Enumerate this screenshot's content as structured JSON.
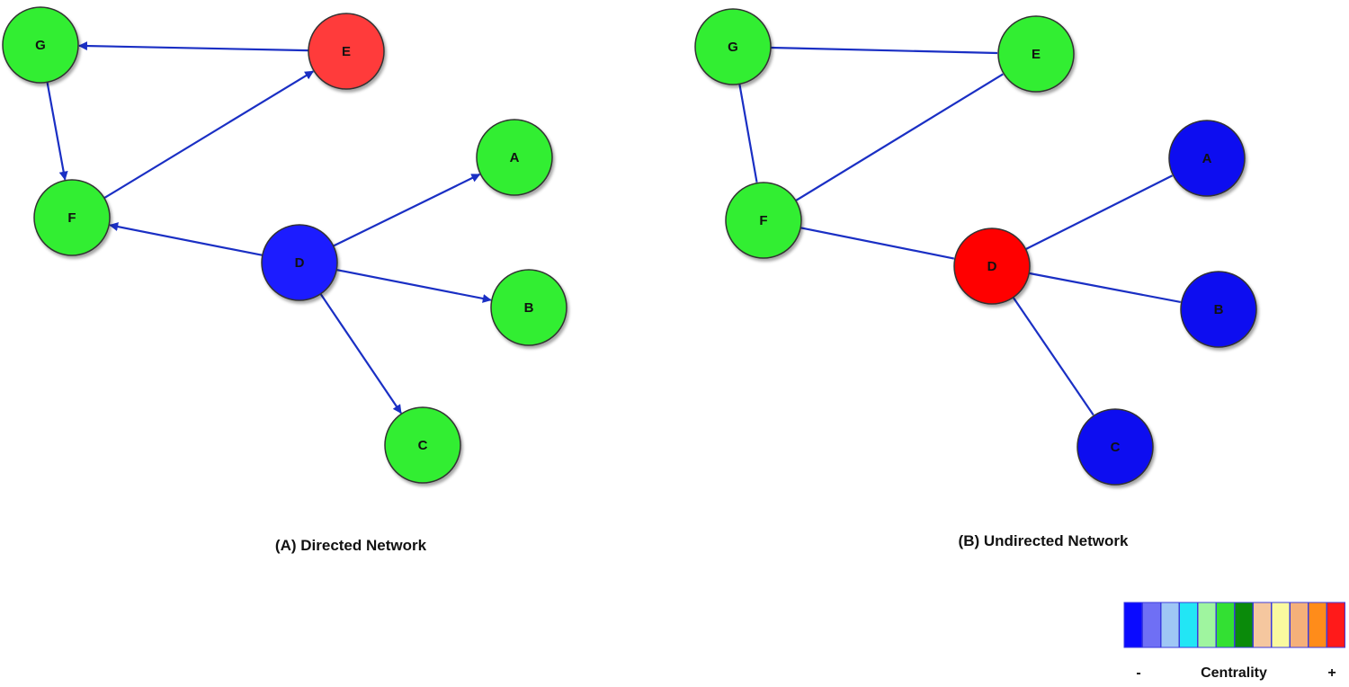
{
  "panels": [
    {
      "id": "directed",
      "caption": "(A) Directed Network",
      "directed": true,
      "nodes": [
        {
          "id": "G",
          "label": "G",
          "color": "#33ee33"
        },
        {
          "id": "E",
          "label": "E",
          "color": "#ff3b3b"
        },
        {
          "id": "F",
          "label": "F",
          "color": "#33ee33"
        },
        {
          "id": "A",
          "label": "A",
          "color": "#33ee33"
        },
        {
          "id": "D",
          "label": "D",
          "color": "#1a1aff"
        },
        {
          "id": "B",
          "label": "B",
          "color": "#33ee33"
        },
        {
          "id": "C",
          "label": "C",
          "color": "#33ee33"
        }
      ],
      "edges": [
        {
          "from": "E",
          "to": "G"
        },
        {
          "from": "G",
          "to": "F"
        },
        {
          "from": "F",
          "to": "E"
        },
        {
          "from": "D",
          "to": "F"
        },
        {
          "from": "D",
          "to": "A"
        },
        {
          "from": "D",
          "to": "B"
        },
        {
          "from": "D",
          "to": "C"
        }
      ]
    },
    {
      "id": "undirected",
      "caption": "(B) Undirected Network",
      "directed": false,
      "nodes": [
        {
          "id": "G",
          "label": "G",
          "color": "#33ee33"
        },
        {
          "id": "E",
          "label": "E",
          "color": "#33ee33"
        },
        {
          "id": "F",
          "label": "F",
          "color": "#33ee33"
        },
        {
          "id": "A",
          "label": "A",
          "color": "#1010f0"
        },
        {
          "id": "D",
          "label": "D",
          "color": "#ff0000"
        },
        {
          "id": "B",
          "label": "B",
          "color": "#1010f0"
        },
        {
          "id": "C",
          "label": "C",
          "color": "#1010f0"
        }
      ],
      "edges": [
        {
          "from": "G",
          "to": "E"
        },
        {
          "from": "G",
          "to": "F"
        },
        {
          "from": "F",
          "to": "E"
        },
        {
          "from": "F",
          "to": "D"
        },
        {
          "from": "D",
          "to": "A"
        },
        {
          "from": "D",
          "to": "B"
        },
        {
          "from": "D",
          "to": "C"
        }
      ]
    }
  ],
  "edge_color": "#1a2fc4",
  "legend": {
    "label": "Centrality",
    "min_label": "-",
    "max_label": "+",
    "colors": [
      "#0a0aff",
      "#6f6ff5",
      "#9fc7f5",
      "#22e6f5",
      "#9ff59f",
      "#33e033",
      "#0a8a0a",
      "#f5c79f",
      "#fafa9f",
      "#f5b07a",
      "#ff8c1a",
      "#ff1a1a"
    ]
  }
}
